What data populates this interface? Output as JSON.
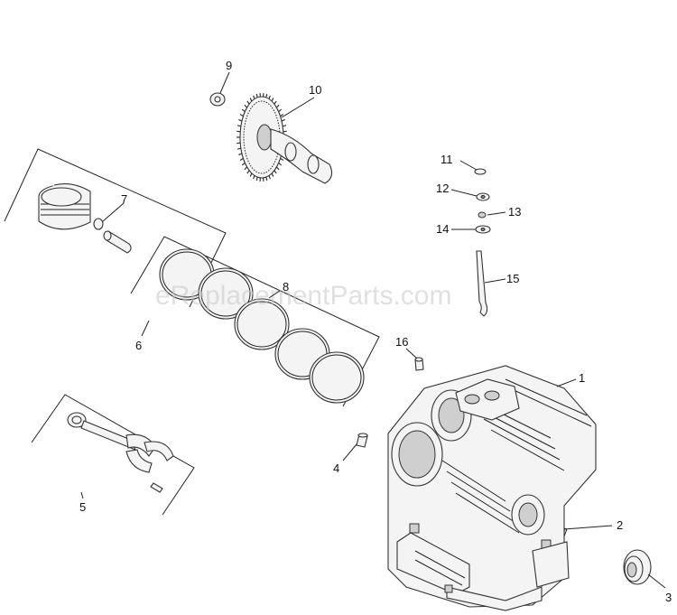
{
  "watermark": "eReplacementParts.com",
  "callouts": {
    "c1": "1",
    "c2": "2",
    "c3": "3",
    "c4": "4",
    "c5": "5",
    "c6": "6",
    "c7": "7",
    "c8": "8",
    "c9": "9",
    "c10": "10",
    "c11": "11",
    "c12": "12",
    "c13": "13",
    "c14": "14",
    "c15": "15",
    "c16": "16"
  }
}
